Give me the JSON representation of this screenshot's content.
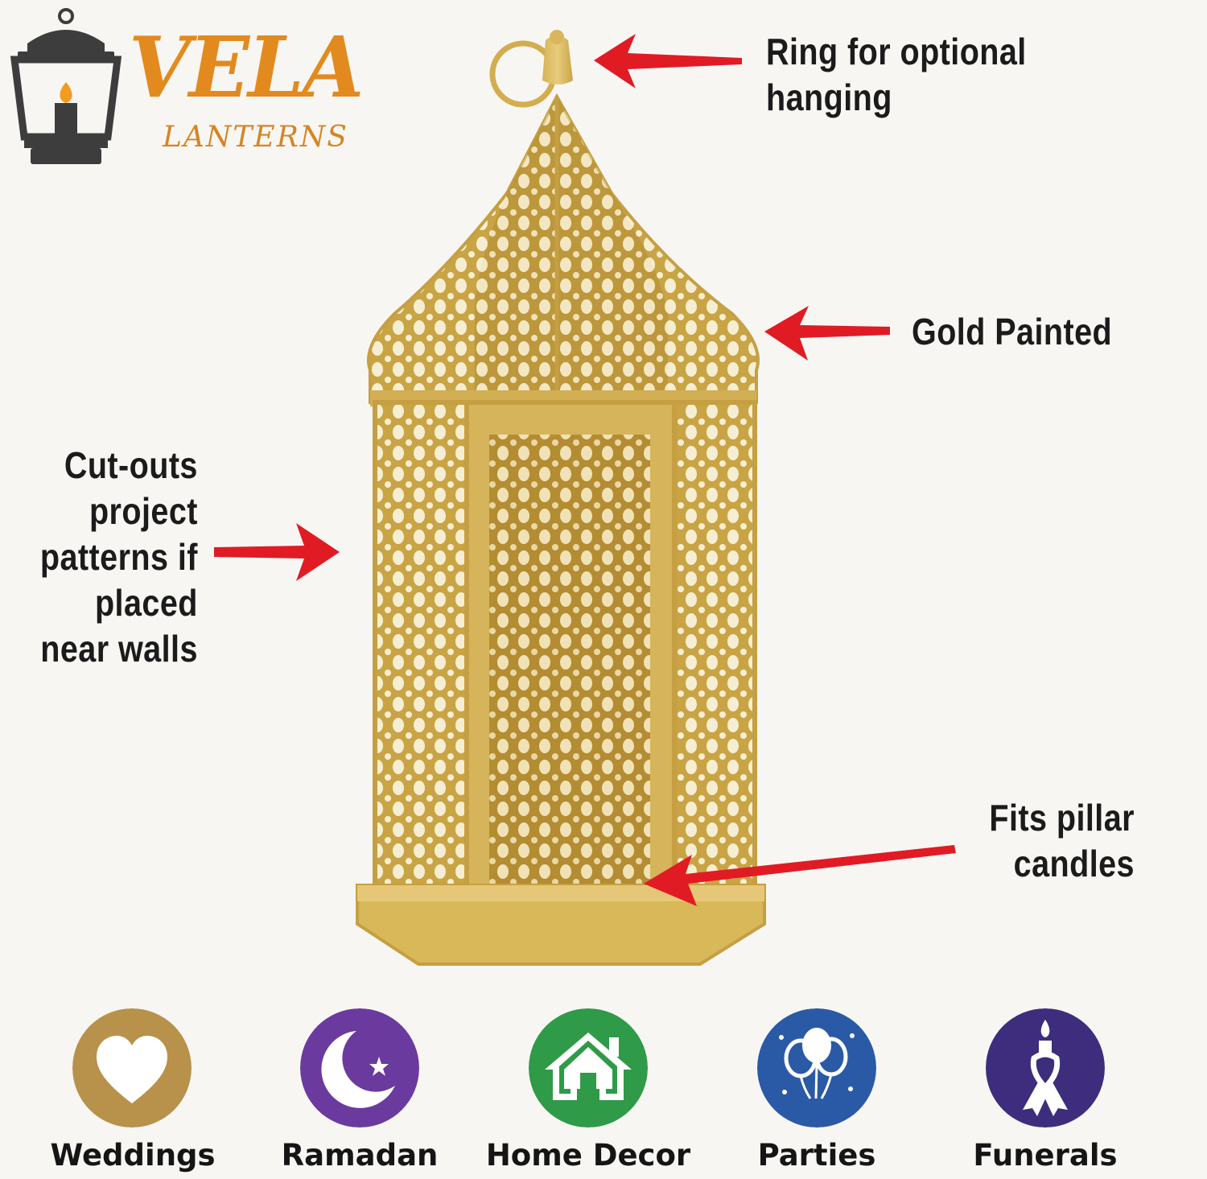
{
  "brand": {
    "name": "VELA",
    "subtitle": "LANTERNS",
    "colors": {
      "text": "#e38a1e",
      "icon": "#3d3d3d",
      "flame": "#f39a21"
    }
  },
  "callouts": {
    "ring": {
      "lines": [
        "Ring for optional",
        "hanging"
      ]
    },
    "gold": {
      "lines": [
        "Gold Painted"
      ]
    },
    "cutouts": {
      "lines": [
        "Cut-outs",
        "project",
        "patterns if",
        "placed",
        "near walls"
      ]
    },
    "pillar": {
      "lines": [
        "Fits pillar",
        "candles"
      ]
    },
    "arrow_color": "#e01b24"
  },
  "use_cases": [
    {
      "label": "Weddings",
      "icon": "heart-icon",
      "color": "#b8914a"
    },
    {
      "label": "Ramadan",
      "icon": "crescent-star-icon",
      "color": "#6b3a9e"
    },
    {
      "label": "Home Decor",
      "icon": "house-icon",
      "color": "#2f9a48"
    },
    {
      "label": "Parties",
      "icon": "balloons-icon",
      "color": "#2a5aa6"
    },
    {
      "label": "Funerals",
      "icon": "candle-ribbon-icon",
      "color": "#3d2d7c"
    }
  ],
  "product": {
    "icon": "lantern-icon",
    "color": "#d9b85a"
  }
}
